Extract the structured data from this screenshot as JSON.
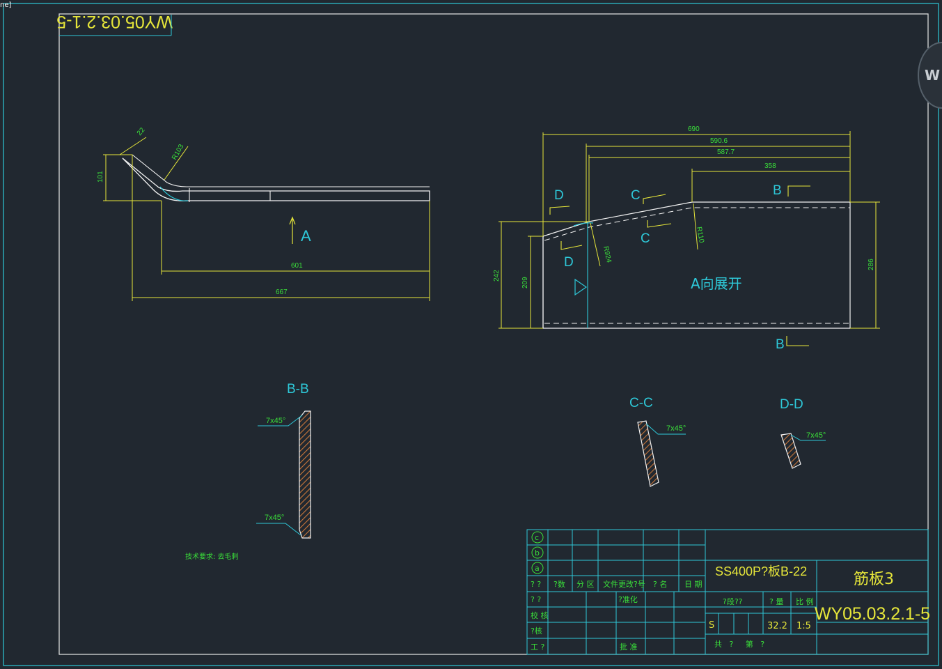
{
  "window": {
    "title_fragment": "ne]"
  },
  "drawing_number": "WY05.03.2.1-5",
  "corner_code_mirrored": "WY05.03.2.1-5",
  "side_view": {
    "dims": [
      "22",
      "R103",
      "101",
      "601",
      "667"
    ],
    "direction_label": "A"
  },
  "unfolded_view": {
    "dims": [
      "690",
      "590.6",
      "587.7",
      "358",
      "R110",
      "R924",
      "242",
      "209",
      "286"
    ],
    "section_marks": [
      "D",
      "D",
      "C",
      "C",
      "B",
      "B"
    ],
    "title": "A向展开"
  },
  "sections": {
    "bb": {
      "title": "B-B",
      "chamfer_top": "7x45°",
      "chamfer_bottom": "7x45°"
    },
    "cc": {
      "title": "C-C",
      "chamfer": "7x45°"
    },
    "dd": {
      "title": "D-D",
      "chamfer": "7x45°"
    }
  },
  "tech_note": "技术要求: 去毛刺",
  "title_block": {
    "revision_marks": [
      "c",
      "b",
      "a"
    ],
    "header_cells": [
      "? ?",
      "?数",
      "分 区",
      "文件更改?号",
      "? 名",
      "日 期"
    ],
    "row_labels": [
      "? ?",
      "?准化",
      "校 核",
      "?核",
      "工 ?",
      "批 准"
    ],
    "material": "SS400P?板B-22",
    "part_name": "筋板3",
    "drawing_no": "WY05.03.2.1-5",
    "stage_label": "?段??",
    "weight_label": "? 量",
    "scale_label": "比 例",
    "stage_value": "S",
    "weight": "32.2",
    "scale": "1:5",
    "sheets": "共   ?     第   ?"
  },
  "colors": {
    "background": "#212830",
    "frame": "#e8e8e8",
    "dimension": "#e6e63a",
    "cyan": "#2ec8d8",
    "green": "#3adf3a",
    "red": "#e04040",
    "hatch": "#c8763a",
    "white": "#f2f2f2"
  }
}
